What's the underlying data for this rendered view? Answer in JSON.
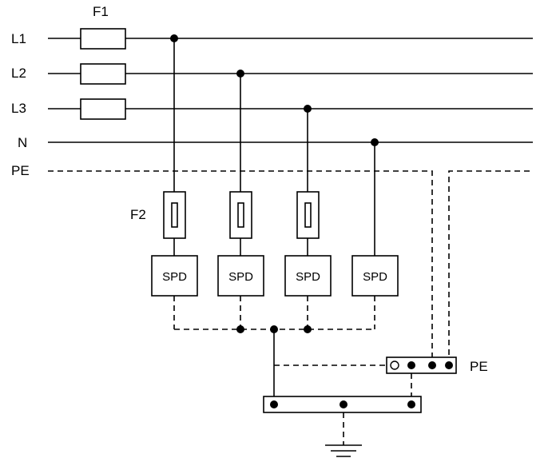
{
  "diagram": {
    "labels": {
      "f1": "F1",
      "f2": "F2",
      "l1": "L1",
      "l2": "L2",
      "l3": "L3",
      "n": "N",
      "pe": "PE",
      "pe_bar": "PE"
    },
    "spd_units": [
      {
        "label": "SPD"
      },
      {
        "label": "SPD"
      },
      {
        "label": "SPD"
      },
      {
        "label": "SPD"
      }
    ]
  }
}
